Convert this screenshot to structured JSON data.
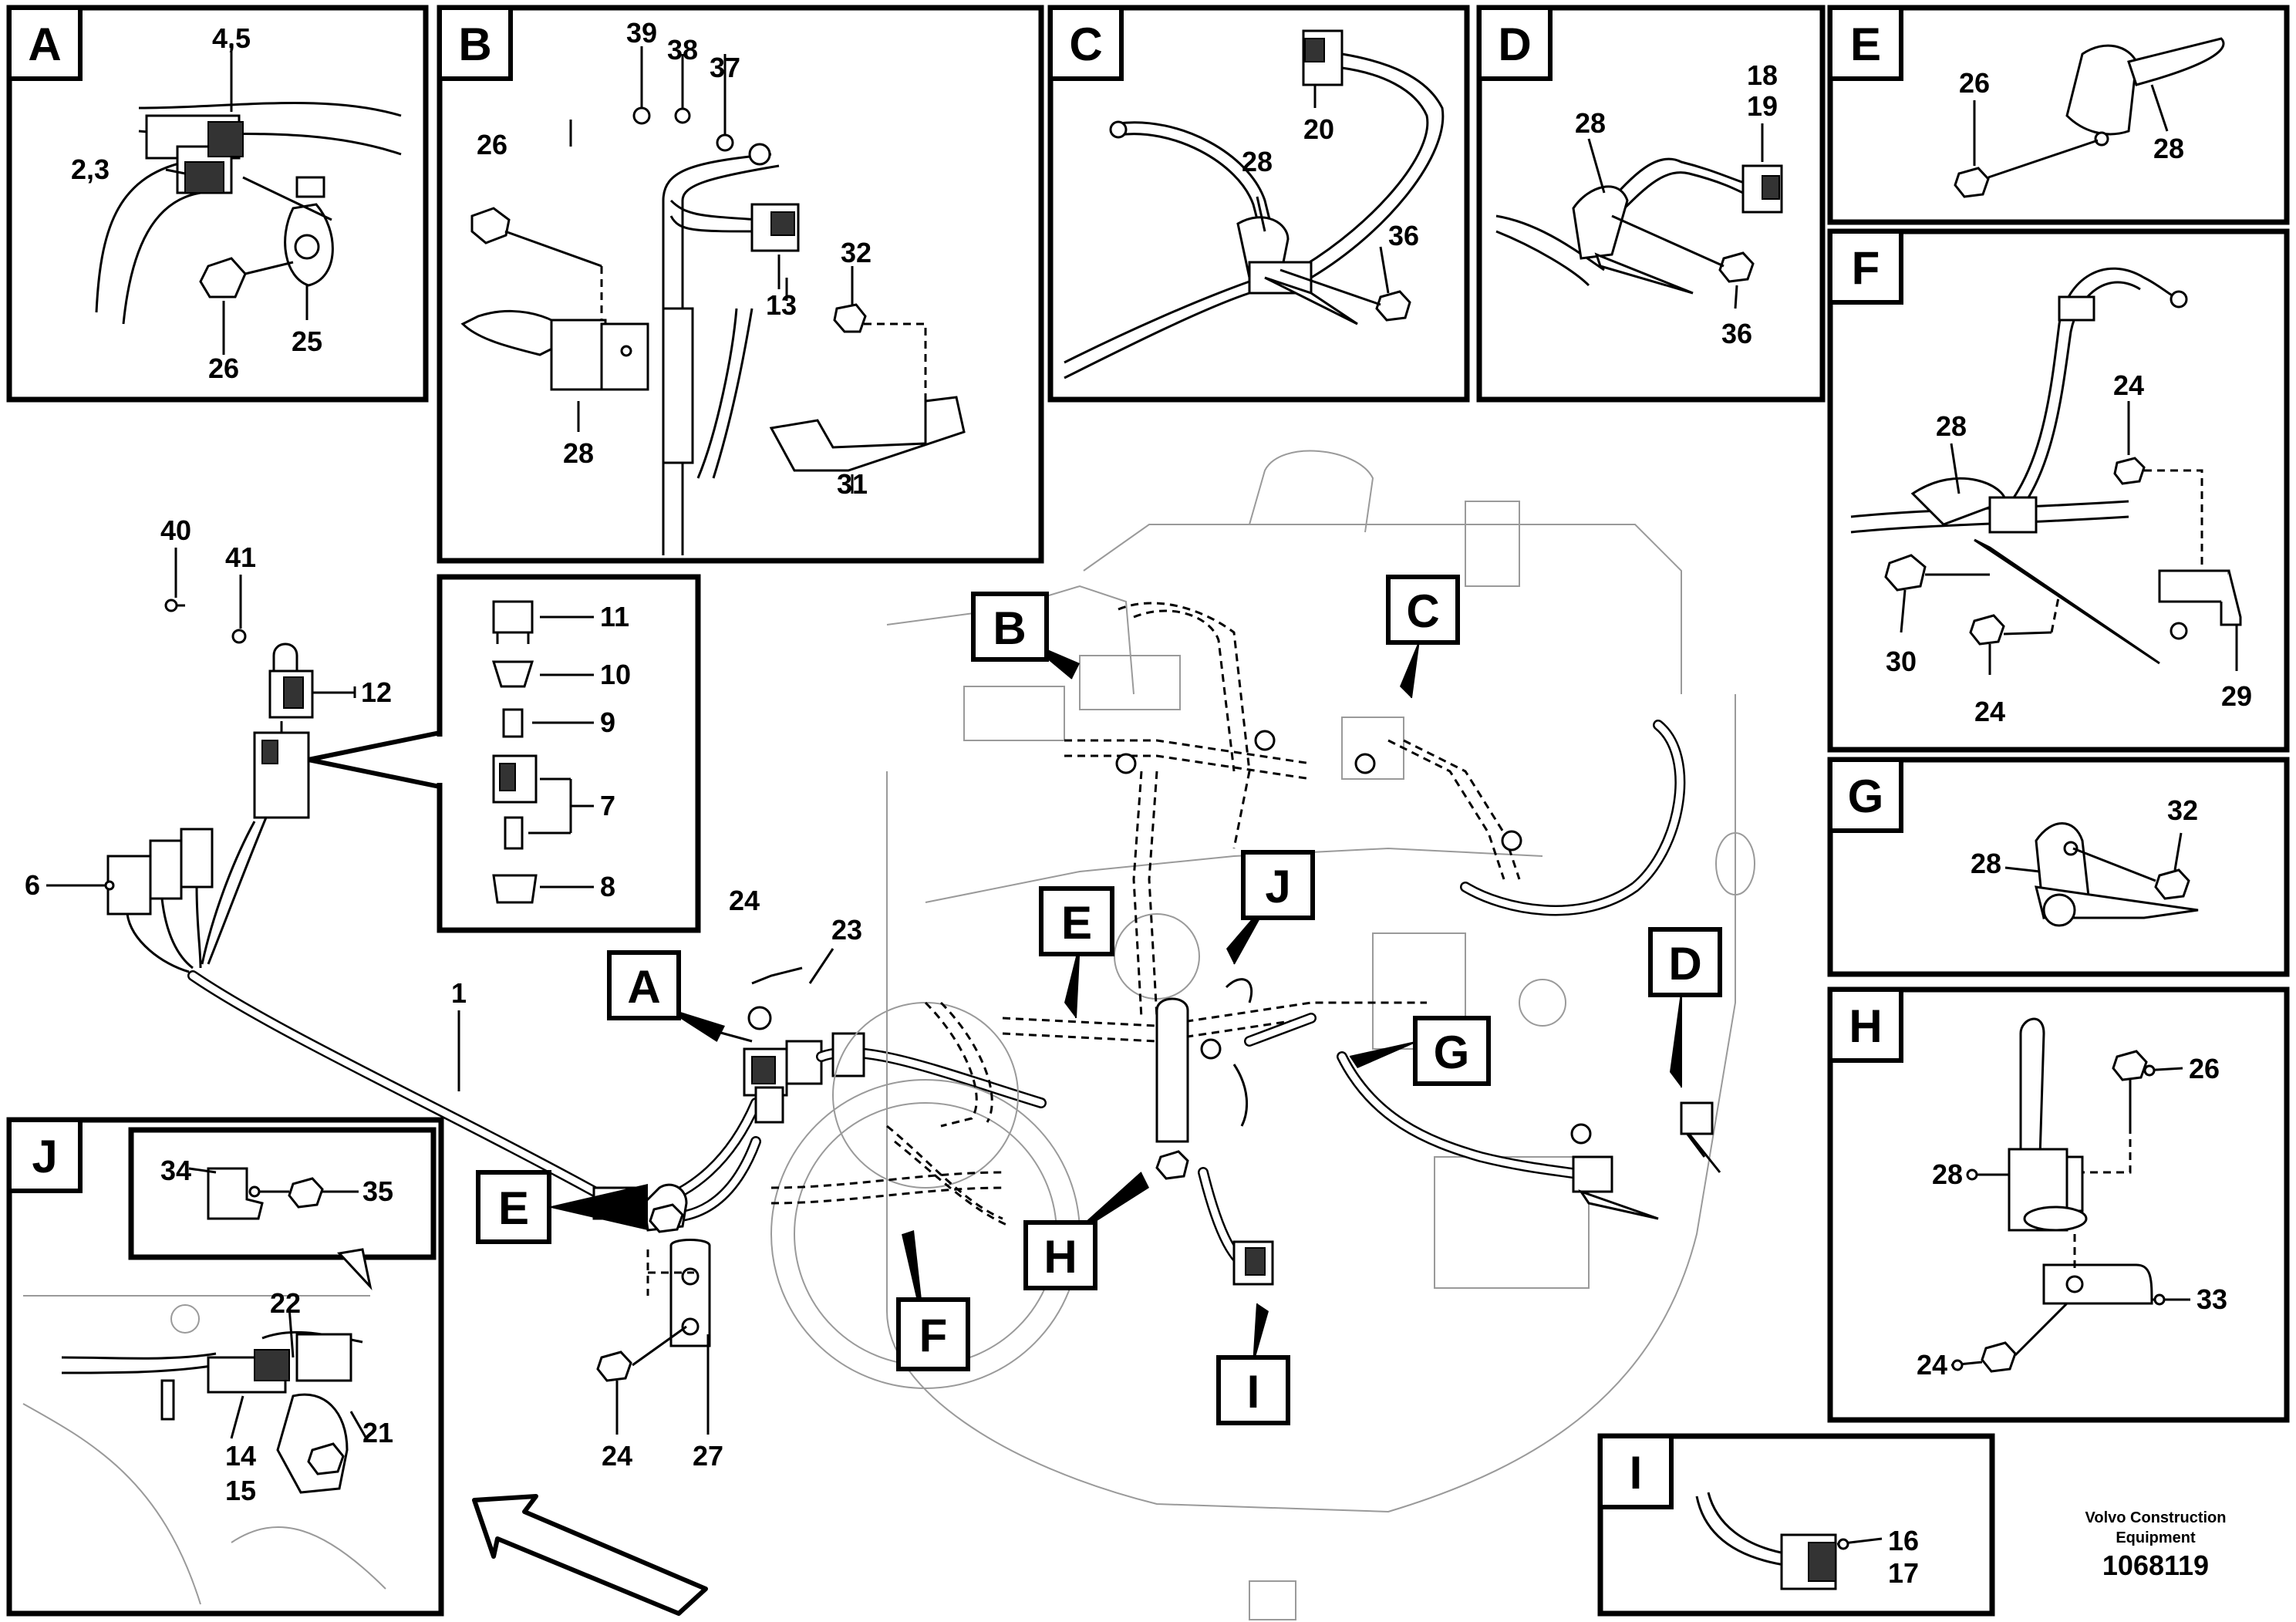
{
  "figure": {
    "company_lines": [
      "Volvo Construction",
      "Equipment"
    ],
    "drawing_number": "1068119"
  },
  "panels": {
    "A": {
      "label": "A",
      "callouts": [
        "4,5",
        "2,3",
        "26",
        "25"
      ]
    },
    "B": {
      "label": "B",
      "callouts": [
        "39",
        "38",
        "37",
        "26",
        "13",
        "32",
        "28",
        "31"
      ]
    },
    "C": {
      "label": "C",
      "callouts": [
        "20",
        "28",
        "36"
      ]
    },
    "D": {
      "label": "D",
      "callouts": [
        "18",
        "19",
        "28",
        "36"
      ]
    },
    "E": {
      "label": "E",
      "callouts": [
        "26",
        "28"
      ]
    },
    "F": {
      "label": "F",
      "callouts": [
        "28",
        "24",
        "30",
        "24",
        "29"
      ]
    },
    "G": {
      "label": "G",
      "callouts": [
        "32",
        "28"
      ]
    },
    "H": {
      "label": "H",
      "callouts": [
        "26",
        "28",
        "33",
        "24"
      ]
    },
    "I": {
      "label": "I",
      "callouts": [
        "16",
        "17"
      ]
    },
    "J": {
      "label": "J",
      "callouts": [
        "34",
        "35",
        "22",
        "21",
        "14",
        "15"
      ]
    }
  },
  "fuse_box": {
    "callouts": [
      "11",
      "10",
      "9",
      "7",
      "8"
    ]
  },
  "main": {
    "callouts": [
      "40",
      "41",
      "12",
      "6",
      "1",
      "24",
      "23",
      "24",
      "27"
    ],
    "view_tags": [
      "B",
      "C",
      "J",
      "E",
      "A",
      "D",
      "G",
      "E",
      "H",
      "F",
      "I"
    ]
  }
}
